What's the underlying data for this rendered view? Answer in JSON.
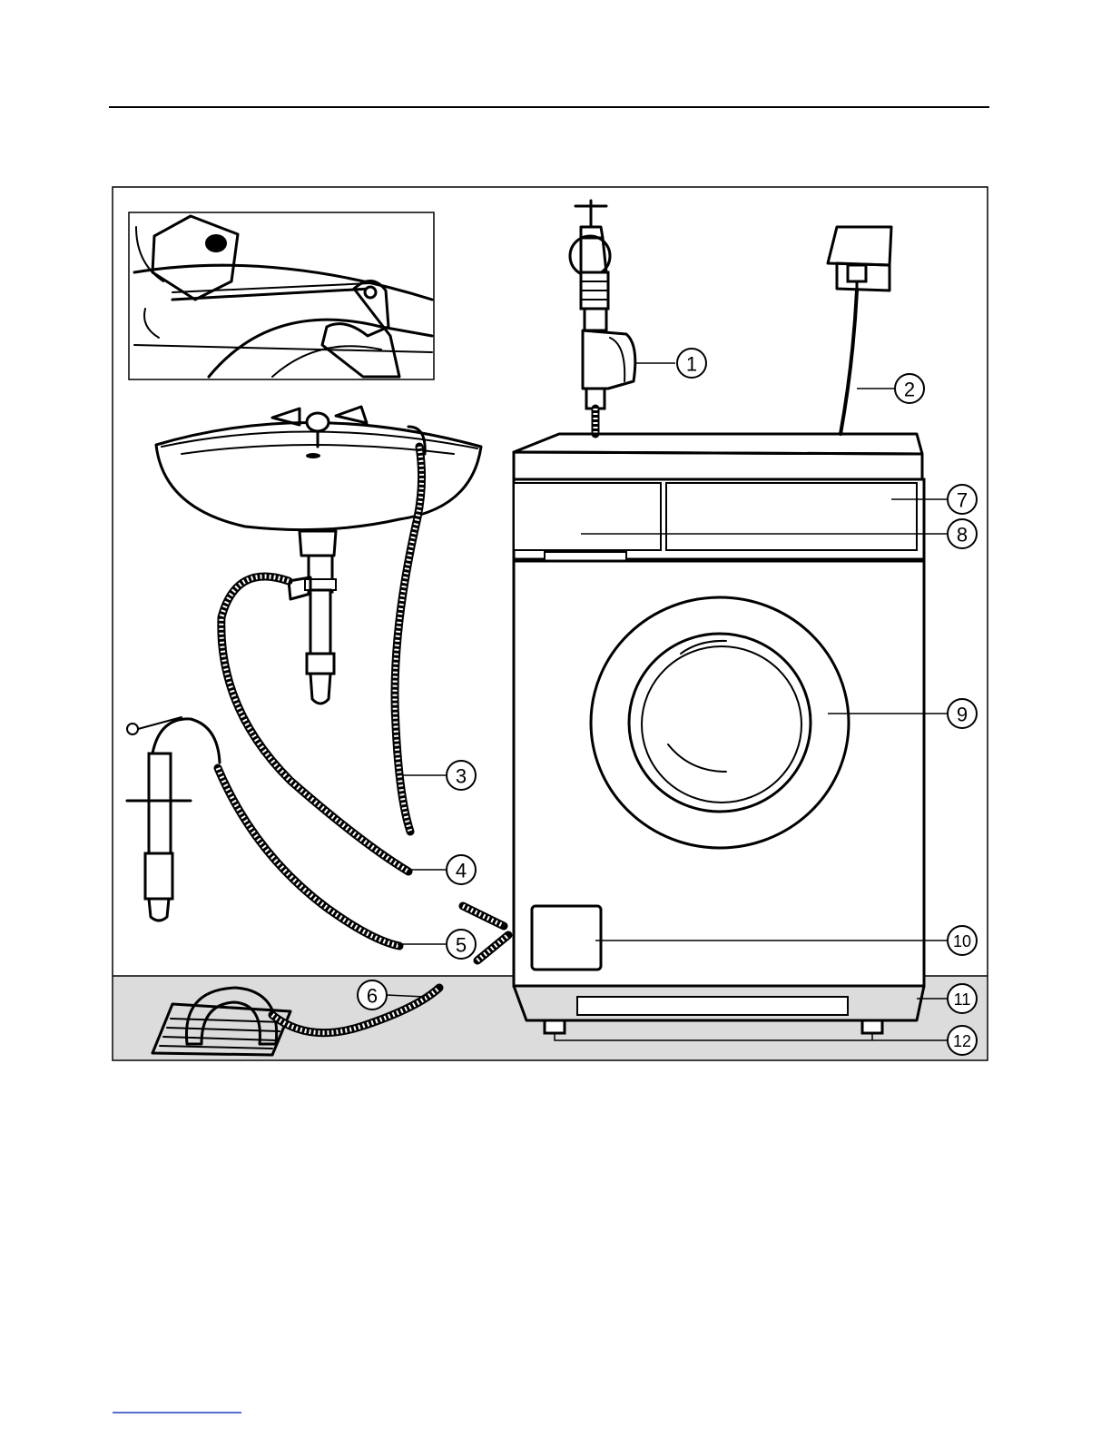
{
  "colors": {
    "ink": "#000000",
    "paper": "#ffffff",
    "floor": "#dcdcdc",
    "link_rule": "#1f3fbf"
  },
  "callouts": [
    {
      "number": "1",
      "part": "water-inlet-hose-tap"
    },
    {
      "number": "2",
      "part": "mains-cable"
    },
    {
      "number": "3",
      "part": "inlet-hose"
    },
    {
      "number": "4",
      "part": "drain-hose-sink"
    },
    {
      "number": "5",
      "part": "drain-hose-standpipe"
    },
    {
      "number": "6",
      "part": "drain-hose-floor-gully"
    },
    {
      "number": "7",
      "part": "control-panel"
    },
    {
      "number": "8",
      "part": "detergent-dispenser-drawer"
    },
    {
      "number": "9",
      "part": "door"
    },
    {
      "number": "10",
      "part": "drain-filter-flap"
    },
    {
      "number": "11",
      "part": "plinth"
    },
    {
      "number": "12",
      "part": "adjustable-feet"
    }
  ],
  "icons": {
    "tap": "water-tap-icon",
    "socket": "wall-socket-icon",
    "sink": "sink-icon",
    "standpipe": "standpipe-icon",
    "gully": "floor-gully-icon",
    "machine": "washing-machine-icon"
  }
}
